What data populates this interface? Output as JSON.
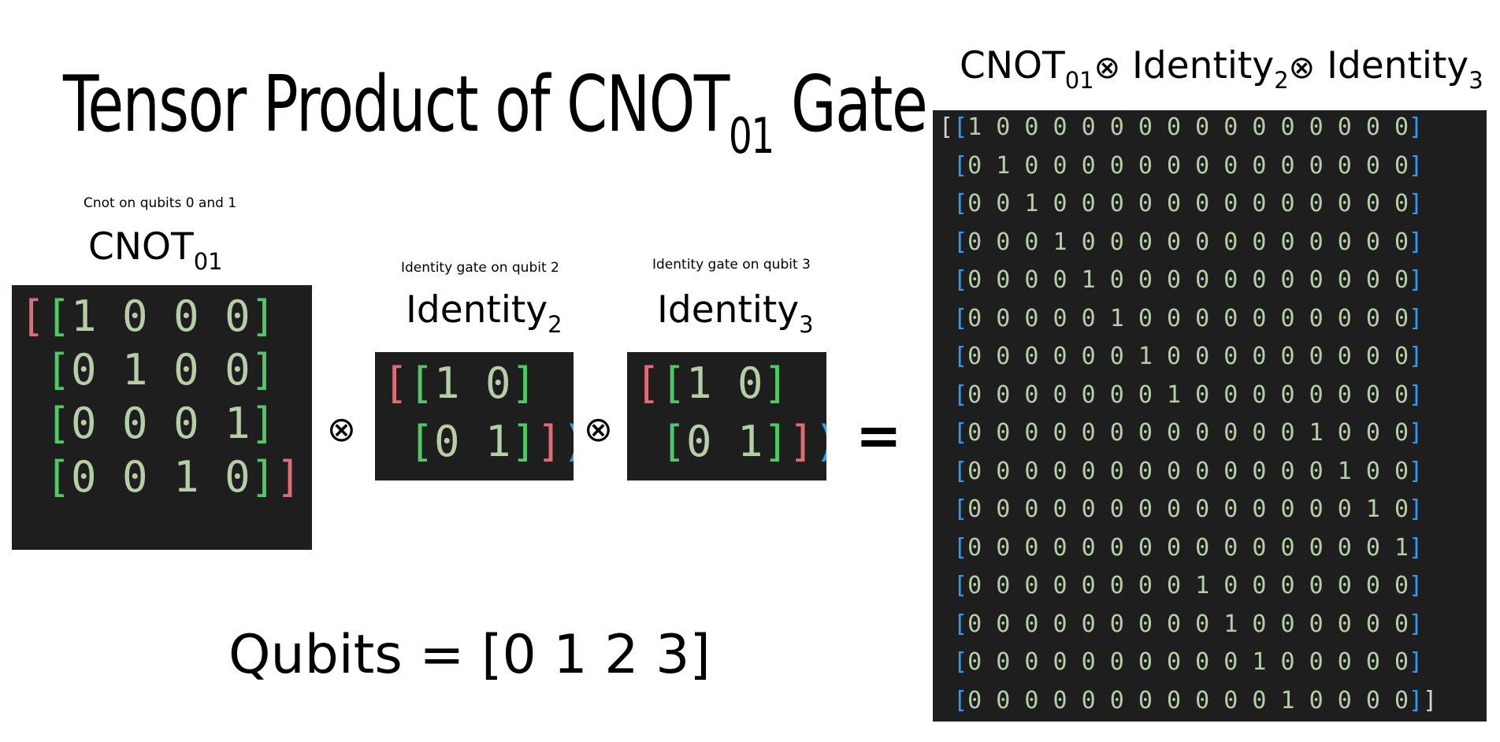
{
  "title": {
    "text": "Tensor Product of CNOT",
    "sub": "01",
    "tail": " Gate"
  },
  "cnot": {
    "caption": "Cnot on qubits 0 and 1",
    "label": "CNOT",
    "label_sub": "01",
    "rows": [
      "1 0 0 0",
      "0 1 0 0",
      "0 0 0 1",
      "0 0 1 0"
    ]
  },
  "id2": {
    "caption": "Identity gate on qubit 2",
    "label": "Identity",
    "label_sub": "2",
    "rows": [
      "1 0",
      "0 1"
    ]
  },
  "id3": {
    "caption": "Identity gate on qubit 3",
    "label": "Identity",
    "label_sub": "3",
    "rows": [
      "1 0",
      "0 1"
    ]
  },
  "operators": {
    "tensor": "⊗",
    "equals": "="
  },
  "qubits": "Qubits = [0 1 2 3]",
  "result": {
    "title_parts": [
      {
        "text": "CNOT",
        "sub": "01"
      },
      {
        "text": " Identity",
        "sub": "2"
      },
      {
        "text": " Identity",
        "sub": "3"
      }
    ],
    "rows": [
      "1 0 0 0 0 0 0 0 0 0 0 0 0 0 0 0",
      "0 1 0 0 0 0 0 0 0 0 0 0 0 0 0 0",
      "0 0 1 0 0 0 0 0 0 0 0 0 0 0 0 0",
      "0 0 0 1 0 0 0 0 0 0 0 0 0 0 0 0",
      "0 0 0 0 1 0 0 0 0 0 0 0 0 0 0 0",
      "0 0 0 0 0 1 0 0 0 0 0 0 0 0 0 0",
      "0 0 0 0 0 0 1 0 0 0 0 0 0 0 0 0",
      "0 0 0 0 0 0 0 1 0 0 0 0 0 0 0 0",
      "0 0 0 0 0 0 0 0 0 0 0 0 1 0 0 0",
      "0 0 0 0 0 0 0 0 0 0 0 0 0 1 0 0",
      "0 0 0 0 0 0 0 0 0 0 0 0 0 0 1 0",
      "0 0 0 0 0 0 0 0 0 0 0 0 0 0 0 1",
      "0 0 0 0 0 0 0 0 1 0 0 0 0 0 0 0",
      "0 0 0 0 0 0 0 0 0 1 0 0 0 0 0 0",
      "0 0 0 0 0 0 0 0 0 0 1 0 0 0 0 0",
      "0 0 0 0 0 0 0 0 0 0 0 1 0 0 0 0"
    ]
  },
  "colors": {
    "matrix_bg": "#1e1e1e",
    "number": "#b5cea8",
    "bracket_outer_red": "#e06c75",
    "bracket_green": "#4ec965",
    "bracket_blue": "#2c9cff",
    "bracket_white": "#d4d4d4"
  }
}
